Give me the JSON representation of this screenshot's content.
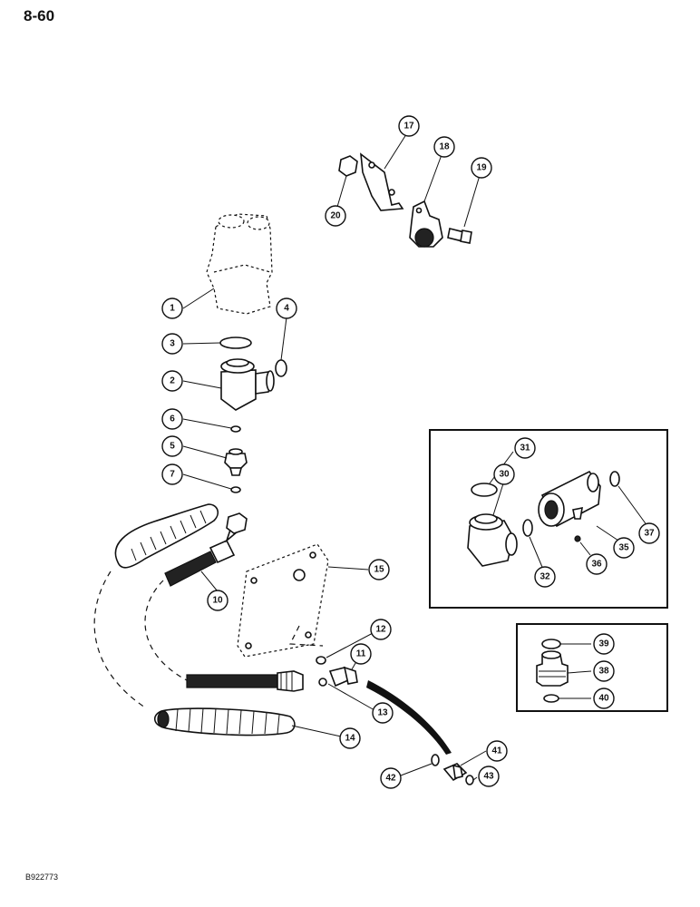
{
  "page": {
    "page_number": "8-60",
    "figure_code": "B922773"
  },
  "callouts": {
    "c1": "1",
    "c2": "2",
    "c3": "3",
    "c4": "4",
    "c5": "5",
    "c6": "6",
    "c7": "7",
    "c10": "10",
    "c11": "11",
    "c12": "12",
    "c13": "13",
    "c14": "14",
    "c15": "15",
    "c17": "17",
    "c18": "18",
    "c19": "19",
    "c20": "20",
    "c30": "30",
    "c31": "31",
    "c32": "32",
    "c35": "35",
    "c36": "36",
    "c37": "37",
    "c38": "38",
    "c39": "39",
    "c40": "40",
    "c41": "41",
    "c42": "42",
    "c43": "43"
  }
}
